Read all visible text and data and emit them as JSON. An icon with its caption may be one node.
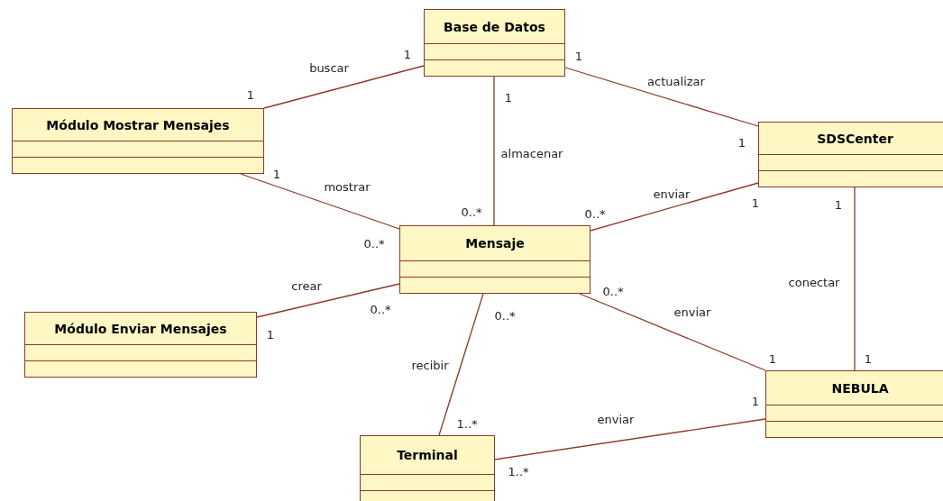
{
  "diagram": {
    "nodes": [
      {
        "text": [
          "Base de Datos"
        ]
      },
      {
        "text": [
          "Módulo Mostrar Mensajes"
        ]
      },
      {
        "text": [
          "SDSCenter"
        ]
      },
      {
        "text": [
          "Mensaje"
        ]
      },
      {
        "text": [
          "Módulo Enviar Mensajes"
        ]
      },
      {
        "text": [
          "NEBULA"
        ]
      },
      {
        "text": [
          "Terminal"
        ]
      }
    ],
    "edges": [
      {
        "from": 0,
        "to": 1,
        "arrow": "none",
        "label": "buscar"
      },
      {
        "from": 0,
        "to": 2,
        "arrow": "none",
        "label": "actualizar"
      },
      {
        "from": 0,
        "to": 3,
        "arrow": "none",
        "label": "almacenar"
      },
      {
        "from": 1,
        "to": 3,
        "arrow": "none",
        "label": "mostrar"
      },
      {
        "from": 3,
        "to": 2,
        "arrow": "none",
        "label": "enviar"
      },
      {
        "from": 4,
        "to": 3,
        "arrow": "none",
        "label": "crear"
      },
      {
        "from": 3,
        "to": 6,
        "arrow": "none",
        "label": "recibir"
      },
      {
        "from": 3,
        "to": 5,
        "arrow": "none",
        "label": "enviar"
      },
      {
        "from": 2,
        "to": 5,
        "arrow": "none",
        "label": "conectar"
      },
      {
        "from": 6,
        "to": 5,
        "arrow": "none",
        "label": "enviar"
      }
    ],
    "labels": [
      "1",
      "1",
      "1",
      "1",
      "1",
      "1",
      "1",
      "1",
      "0..*",
      "0..*",
      "0..*",
      "0..*",
      "0..*",
      "0..*",
      "1",
      "1",
      "1",
      "1",
      "1..*",
      "1..*"
    ]
  }
}
